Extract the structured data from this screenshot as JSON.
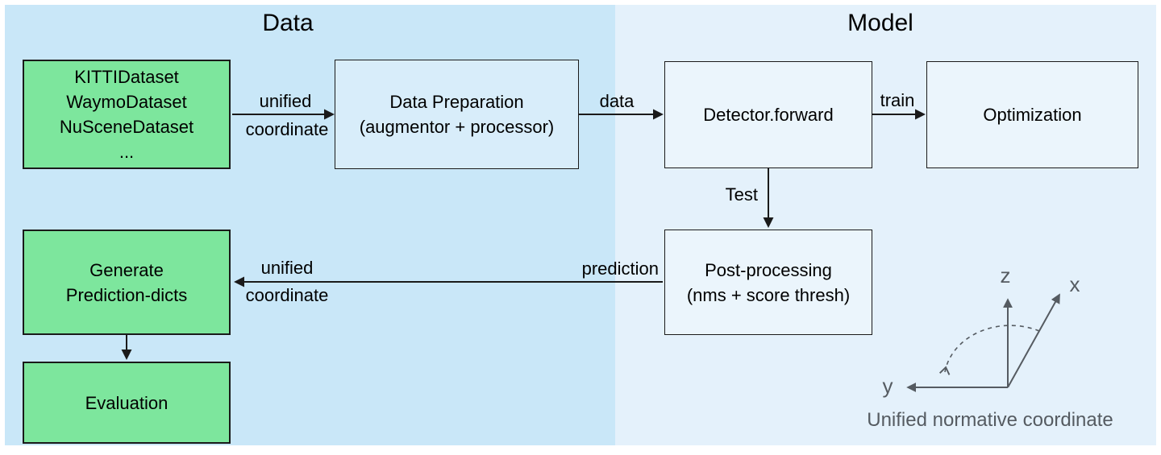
{
  "sections": {
    "data": {
      "title": "Data"
    },
    "model": {
      "title": "Model"
    }
  },
  "nodes": {
    "datasets": {
      "lines": [
        "KITTIDataset",
        "WaymoDataset",
        "NuSceneDataset",
        "..."
      ]
    },
    "data_preparation": {
      "lines": [
        "Data Preparation",
        "(augmentor + processor)"
      ]
    },
    "detector_forward": {
      "lines": [
        "Detector.forward"
      ]
    },
    "optimization": {
      "lines": [
        "Optimization"
      ]
    },
    "post_processing": {
      "lines": [
        "Post-processing",
        "(nms + score thresh)"
      ]
    },
    "generate_prediction_dicts": {
      "lines": [
        "Generate",
        "Prediction-dicts"
      ]
    },
    "evaluation": {
      "lines": [
        "Evaluation"
      ]
    }
  },
  "edge_labels": {
    "unified_coordinate_top": {
      "line1": "unified",
      "line2": "coordinate"
    },
    "data": "data",
    "train": "train",
    "test": "Test",
    "prediction": "prediction",
    "unified_coordinate_bottom": {
      "line1": "unified",
      "line2": "coordinate"
    }
  },
  "coordinate_legend": {
    "z_label": "z",
    "x_label": "x",
    "y_label": "y",
    "caption": "Unified normative coordinate"
  },
  "colors": {
    "data_panel_bg": "#c9e7f8",
    "model_panel_bg": "#e4f1fb",
    "green_node_fill": "#7de69d",
    "node_border": "#1a1a1a",
    "arrow": "#1a1a1a",
    "legend_gray": "#555b61"
  }
}
